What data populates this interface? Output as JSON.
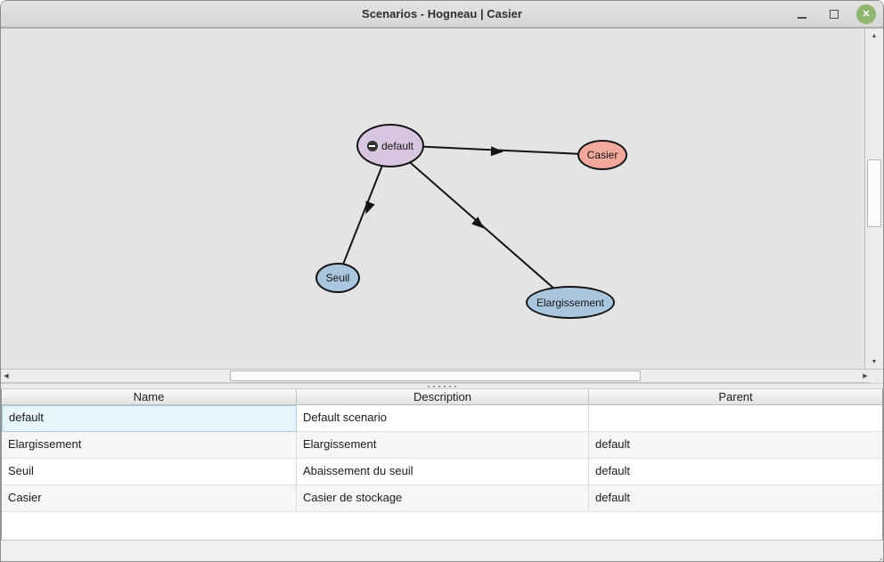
{
  "window": {
    "title": "Scenarios - Hogneau | Casier",
    "controls": {
      "minimize": "minimize",
      "maximize": "maximize",
      "close": "close"
    }
  },
  "glyphs": {
    "close": "✕",
    "scroll_up": "▲",
    "scroll_down": "▼",
    "scroll_left": "◀",
    "scroll_right": "▶"
  },
  "colors": {
    "canvas_bg": "#e4e4e4",
    "titlebar_bg": "#dadada",
    "close_button_green": "#8fb56e",
    "node_current_purple": "#d8c6e1",
    "node_salmon": "#f2a89d",
    "node_blue": "#aac6df",
    "selected_cell_bg": "#e8f4fc",
    "selected_cell_border": "#a9cbe0"
  },
  "graph": {
    "nodes": [
      {
        "id": "default",
        "label": "default",
        "fill": "#d8c6e1",
        "badge": "current-scenario"
      },
      {
        "id": "Casier",
        "label": "Casier",
        "fill": "#f2a89d"
      },
      {
        "id": "Seuil",
        "label": "Seuil",
        "fill": "#aac6df"
      },
      {
        "id": "Elargissement",
        "label": "Elargissement",
        "fill": "#aac6df"
      }
    ],
    "edges": [
      {
        "from": "default",
        "to": "Casier"
      },
      {
        "from": "default",
        "to": "Seuil"
      },
      {
        "from": "default",
        "to": "Elargissement"
      }
    ]
  },
  "table": {
    "headers": [
      "Name",
      "Description",
      "Parent"
    ],
    "rows": [
      {
        "name": "default",
        "description": "Default scenario",
        "parent": ""
      },
      {
        "name": "Elargissement",
        "description": "Elargissement",
        "parent": "default"
      },
      {
        "name": "Seuil",
        "description": "Abaissement du seuil",
        "parent": "default"
      },
      {
        "name": "Casier",
        "description": "Casier de stockage",
        "parent": "default"
      }
    ],
    "selected_cell": "default"
  }
}
